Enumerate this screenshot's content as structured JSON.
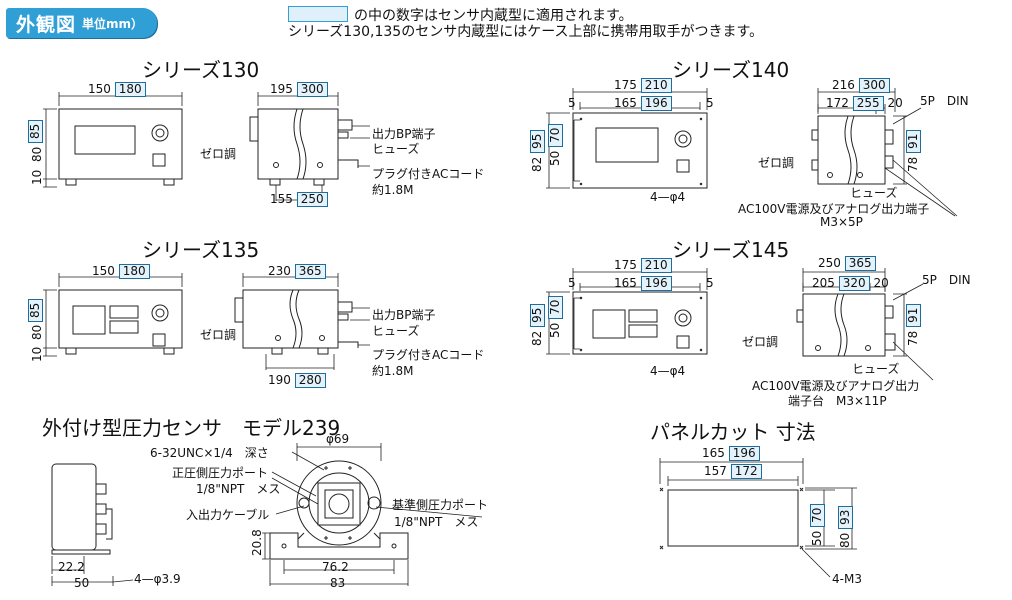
{
  "header": {
    "title": "外観図",
    "unit": "単位mm）",
    "note1": "の中の数字はセンサ内蔵型に適用されます。",
    "note2": "シリーズ130,135のセンサ内蔵型にはケース上部に携帯用取手がつきます。"
  },
  "series130": {
    "title": "シリーズ130",
    "w_outer": "150",
    "w_outer_box": "180",
    "h_85": "85",
    "h_80": "80",
    "h_10": "10",
    "depth": "195",
    "depth_box": "300",
    "base": "155",
    "base_box": "250",
    "zero": "ゼロ調",
    "bp": "出力BP端子",
    "fuse": "ヒューズ",
    "cord": "プラグ付きACコード",
    "len": "約1.8M"
  },
  "series135": {
    "title": "シリーズ135",
    "w_outer": "150",
    "w_outer_box": "180",
    "h_85": "85",
    "h_80": "80",
    "h_10": "10",
    "depth": "230",
    "depth_box": "365",
    "base": "190",
    "base_box": "280",
    "zero": "ゼロ調",
    "bp": "出力BP端子",
    "fuse": "ヒューズ",
    "cord": "プラグ付きACコード",
    "len": "約1.8M"
  },
  "series140": {
    "title": "シリーズ140",
    "w175": "175",
    "w175_box": "210",
    "w165": "165",
    "w165_box": "196",
    "five_l": "5",
    "five_r": "5",
    "h82": "82",
    "h82_box": "95",
    "h50": "50",
    "h50_box": "70",
    "hole": "4—φ4",
    "d216": "216",
    "d216_box": "300",
    "d172": "172",
    "d172_box": "255",
    "d20": "20",
    "pin": "5P　DIN",
    "h78": "78",
    "h78_box": "91",
    "zero": "ゼロ調",
    "fuse": "ヒューズ",
    "ac": "AC100V電源及びアナログ出力端子",
    "m3": "M3×5P"
  },
  "series145": {
    "title": "シリーズ145",
    "w175": "175",
    "w175_box": "210",
    "w165": "165",
    "w165_box": "196",
    "five_l": "5",
    "five_r": "5",
    "h82": "82",
    "h82_box": "95",
    "h50": "50",
    "h50_box": "70",
    "hole": "4—φ4",
    "d250": "250",
    "d250_box": "365",
    "d205": "205",
    "d205_box": "320",
    "d20": "20",
    "pin": "5P　DIN",
    "h78": "78",
    "h78_box": "91",
    "zero": "ゼロ調",
    "fuse": "ヒューズ",
    "ac": "AC100V電源及びアナログ出力",
    "m3": "端子台　M3×11P"
  },
  "model239": {
    "title": "外付け型圧力センサ　モデル239",
    "unc": "6-32UNC×1/4　深さ",
    "phi69": "φ69",
    "port_pos": "正圧側圧力ポート",
    "npt1": "1/8\"NPT　メス",
    "cable": "入出力ケーブル",
    "port_ref": "基準側圧力ポート",
    "npt2": "1/8\"NPT　メス",
    "h208": "20.8",
    "w762": "76.2",
    "w83": "83",
    "w222": "22.2",
    "w50": "50",
    "hole": "4—φ3.9"
  },
  "panel": {
    "title": "パネルカット 寸法",
    "w165": "165",
    "w165_box": "196",
    "w157": "157",
    "w157_box": "172",
    "h50": "50",
    "h50_box": "70",
    "h80": "80",
    "h80_box": "93",
    "m3": "4-M3"
  }
}
